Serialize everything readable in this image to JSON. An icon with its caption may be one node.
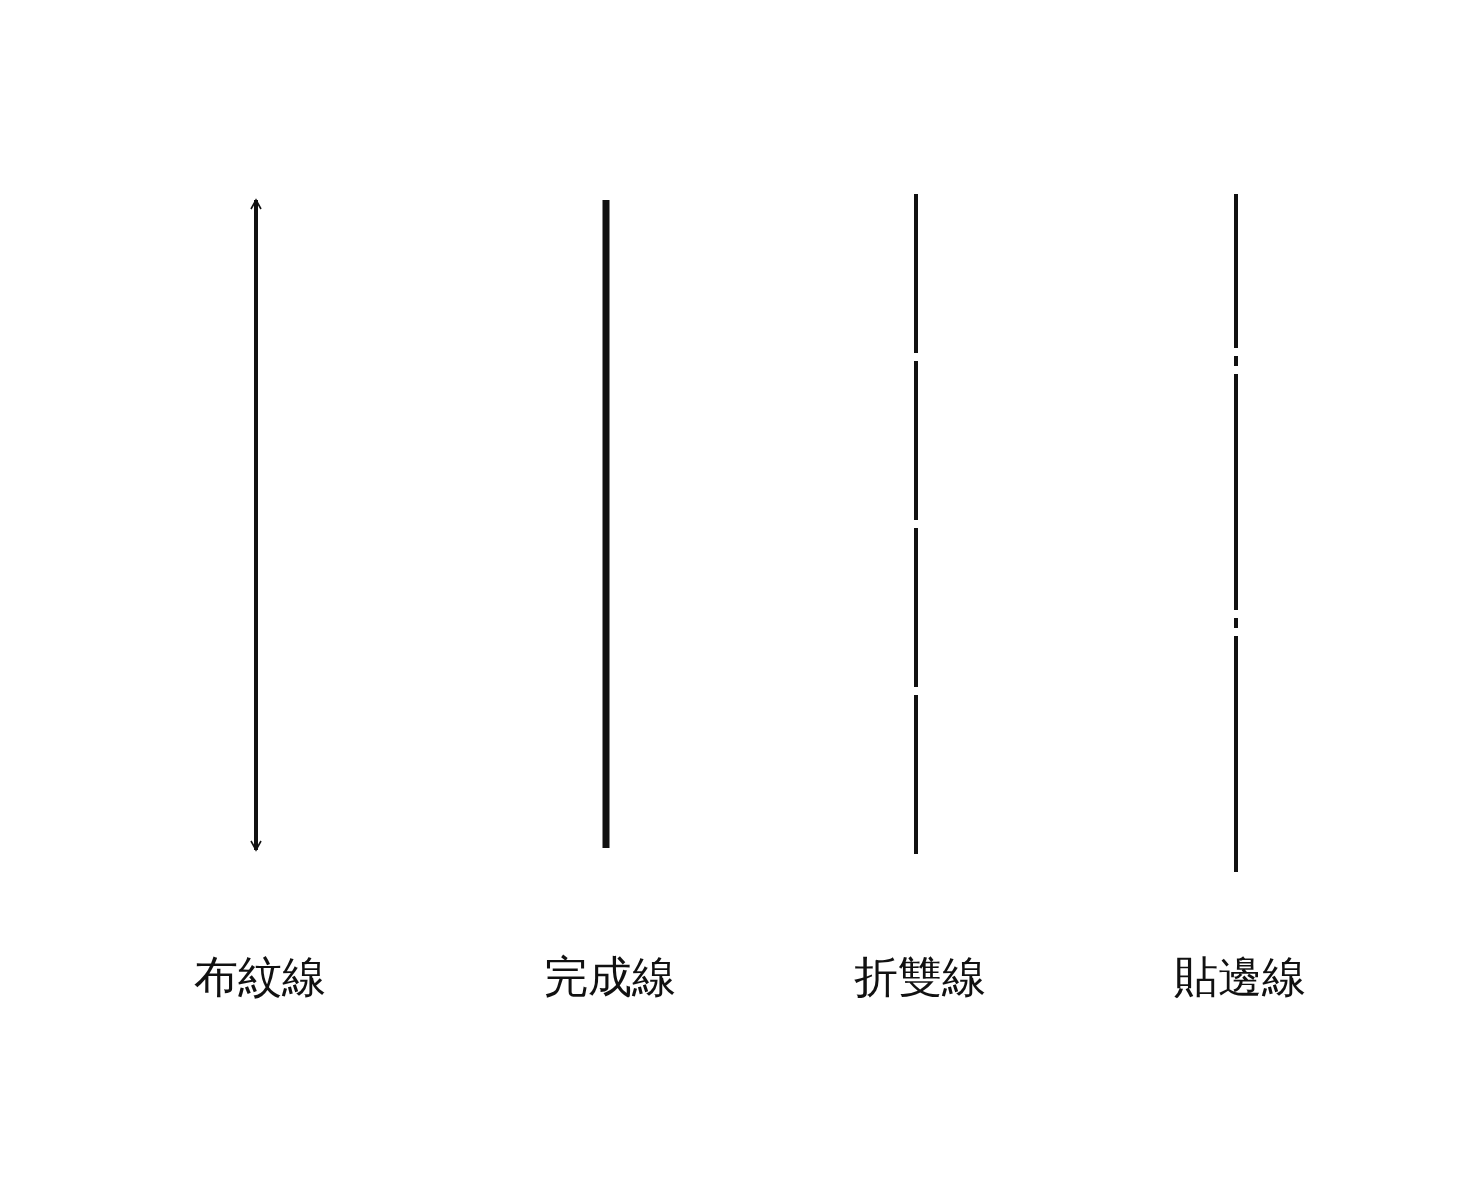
{
  "diagram": {
    "legend": [
      {
        "text": "布紋線"
      },
      {
        "text": "完成線"
      },
      {
        "text": "折雙線"
      },
      {
        "text": "貼邊線"
      }
    ]
  }
}
